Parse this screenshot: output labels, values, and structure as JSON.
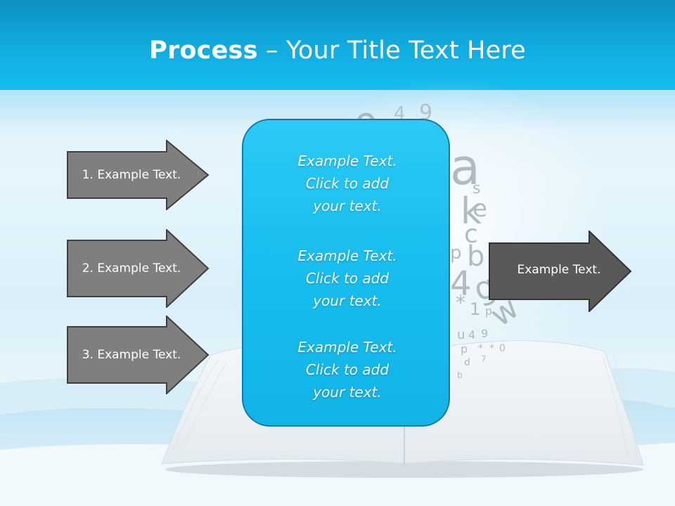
{
  "slide": {
    "title_bold": "Process",
    "title_rest": " – Your Title Text Here"
  },
  "left_arrows": [
    {
      "label": "1. Example Text."
    },
    {
      "label": "2. Example Text."
    },
    {
      "label": "3. Example Text."
    }
  ],
  "center_box": {
    "items": [
      {
        "line1": "Example Text.",
        "line2": "Click  to add",
        "line3": "your text."
      },
      {
        "line1": "Example Text.",
        "line2": "Click  to add",
        "line3": "your text."
      },
      {
        "line1": "Example Text.",
        "line2": "Click  to add",
        "line3": "your text."
      }
    ]
  },
  "right_arrow": {
    "label": "Example Text."
  },
  "colors": {
    "header": "#10a8dc",
    "center_box": "#16bdee",
    "left_arrow_fill": "#7f7f7f",
    "right_arrow_fill": "#595959"
  }
}
